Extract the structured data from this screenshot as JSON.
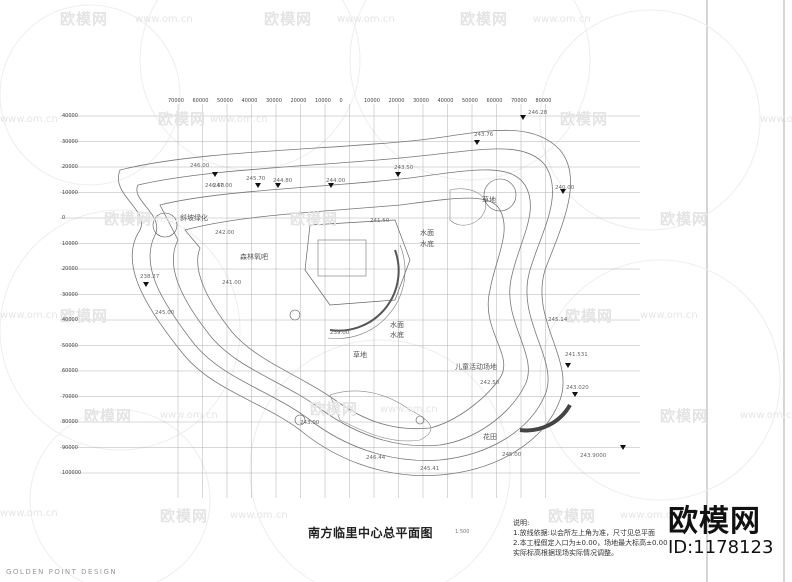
{
  "drawing": {
    "title": "南方临里中心总平面图",
    "scale_note": "1:500",
    "notes": [
      "说明:",
      "1.放线依据:以会所左上角为准，尺寸见总平面",
      "2.本工程假定入口为±0.00，场地最大标高±0.00",
      "   实际标高根据现场实际情况调整。"
    ],
    "credit": "GOLDEN POINT DESIGN"
  },
  "grid": {
    "top_ticks": [
      "70000",
      "60000",
      "50000",
      "40000",
      "30000",
      "20000",
      "10000",
      "0",
      "10000",
      "20000",
      "30000",
      "40000",
      "50000",
      "60000",
      "70000",
      "80000"
    ],
    "left_ticks": [
      "40000",
      "30000",
      "20000",
      "10000",
      "0",
      "10000",
      "20000",
      "30000",
      "40000",
      "50000",
      "60000",
      "70000",
      "80000",
      "90000",
      "100000"
    ]
  },
  "areas": [
    {
      "label": "斜坡绿化"
    },
    {
      "label": "森林氧吧"
    },
    {
      "label": "水面"
    },
    {
      "label": "水底"
    },
    {
      "label": "水面"
    },
    {
      "label": "水底"
    },
    {
      "label": "草地"
    },
    {
      "label": "草地"
    },
    {
      "label": "儿童活动场地"
    },
    {
      "label": "花田"
    }
  ],
  "elevations": [
    "246.00",
    "246.50",
    "247.00",
    "245.70",
    "244.80",
    "244.00",
    "243.50",
    "241.50",
    "246.28",
    "240.00",
    "238.27",
    "245.00",
    "243.76",
    "242.00",
    "239.00",
    "241.00",
    "245.14",
    "241.531",
    "243.020",
    "243.9000",
    "245.41",
    "246.44",
    "245.00",
    "242.50",
    "243.00"
  ],
  "watermarks": {
    "brand": "欧模网",
    "url": "www.om.cn",
    "big_brand": "欧模网",
    "id": "ID:1178123"
  }
}
